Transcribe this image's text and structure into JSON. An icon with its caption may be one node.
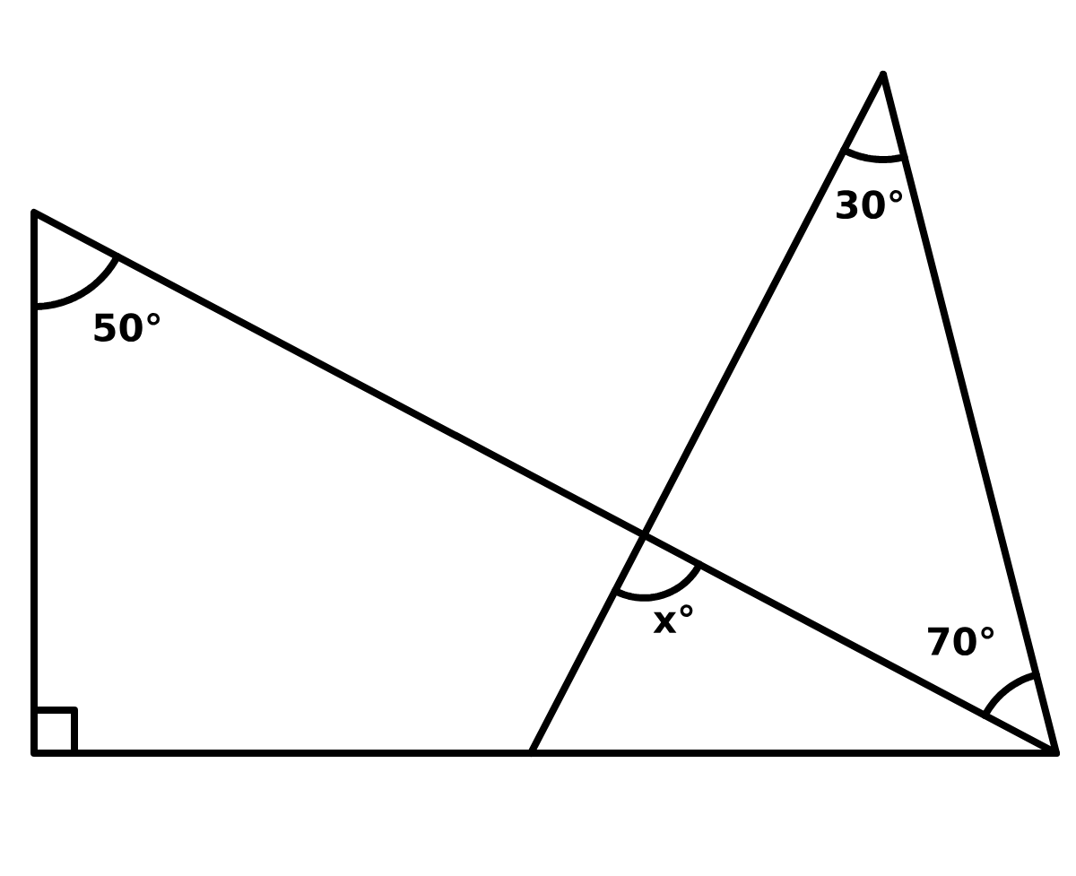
{
  "diagram": {
    "labels": [
      "30°",
      "50°",
      "x°",
      "70°"
    ]
  }
}
